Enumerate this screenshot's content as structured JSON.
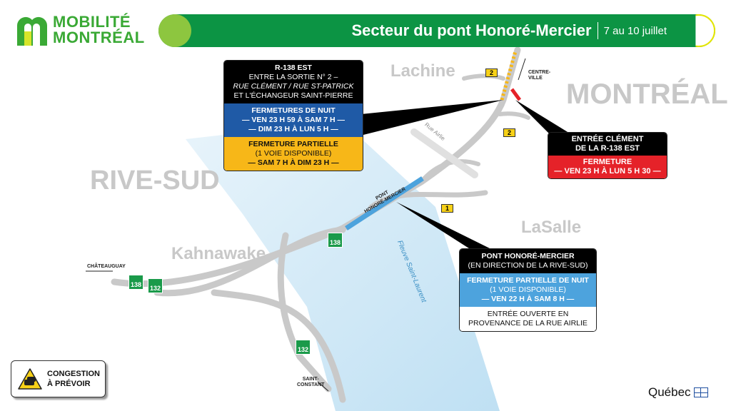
{
  "logo": {
    "line1": "MOBILITÉ",
    "line2": "MONTRÉAL"
  },
  "header": {
    "title": "Secteur du pont Honoré-Mercier",
    "dates": "7 au 10 juillet"
  },
  "places": {
    "lachine": "Lachine",
    "montreal": "MONTRÉAL",
    "rive_sud": "RIVE-SUD",
    "kahnawake": "Kahnawake",
    "lasalle": "LaSalle",
    "fleuve": "Fleuve Saint-Laurent",
    "rue_airlie": "Rue Airlie",
    "pont": "PONT",
    "pont2": "HONORÉ-MERCIER",
    "centre_ville": "CENTRE-",
    "centre_ville2": "VILLE",
    "chateauguay": "CHÂTEAUGUAY",
    "saint_constant": "SAINT-",
    "saint_constant2": "CONSTANT"
  },
  "exits": {
    "e2a": "2",
    "e2b": "2",
    "e1": "1"
  },
  "shields": {
    "r138a": "138",
    "r138b": "138",
    "r132a": "132",
    "r132b": "132"
  },
  "box_r138": {
    "title": "R-138 EST",
    "l1": "ENTRE LA SORTIE N° 2 –",
    "l2": "RUE CLÉMENT / RUE ST-PATRICK",
    "l3": "ET L'ÉCHANGEUR SAINT-PIERRE",
    "night_title": "FERMETURES DE NUIT",
    "night1": "— VEN 23 H 59 À SAM 7 H —",
    "night2": "— DIM 23 H À LUN 5 H —",
    "partial_title": "FERMETURE PARTIELLE",
    "partial_sub": "(1 VOIE DISPONIBLE)",
    "partial_time": "— SAM 7 H À DIM 23 H —"
  },
  "box_clement": {
    "l1": "ENTRÉE CLÉMENT",
    "l2": "DE LA R-138 EST",
    "closure": "FERMETURE",
    "time": "— VEN 23 H À LUN 5 H 30 —"
  },
  "box_pont": {
    "l1": "PONT HONORÉ-MERCIER",
    "l2": "(EN DIRECTION DE LA RIVE-SUD)",
    "title": "FERMETURE PARTIELLE DE NUIT",
    "sub": "(1 VOIE DISPONIBLE)",
    "time": "— VEN 22 H À SAM 8 H —",
    "note1": "ENTRÉE OUVERTE EN",
    "note2": "PROVENANCE DE LA RUE AIRLIE"
  },
  "legend": {
    "l1": "CONGESTION",
    "l2": "À PRÉVOIR"
  },
  "footer": {
    "brand": "Québec"
  }
}
